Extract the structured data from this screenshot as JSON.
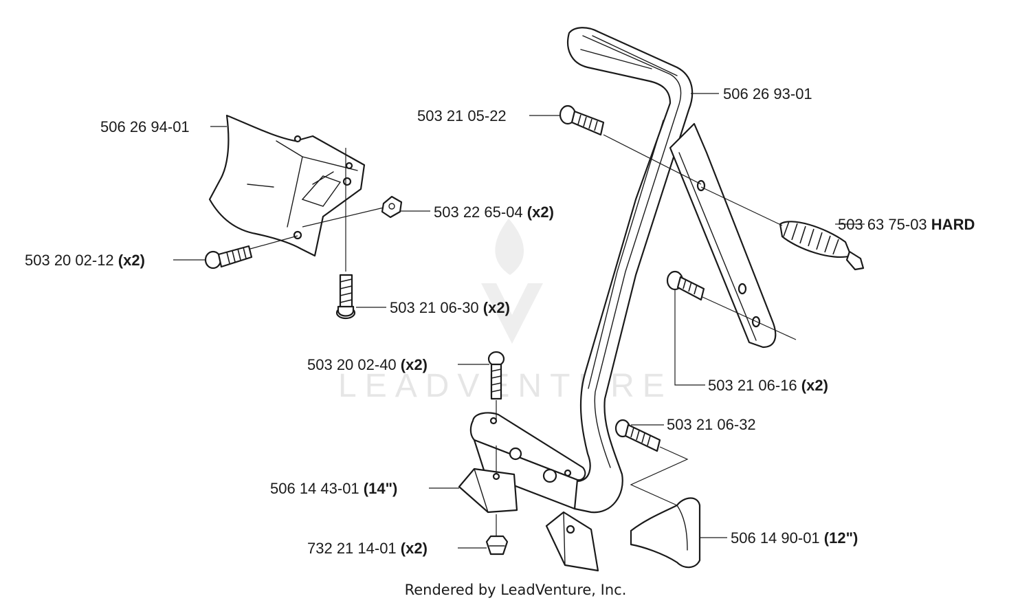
{
  "watermark": {
    "text": "LEADVENTURE"
  },
  "footer": {
    "text": "Rendered by LeadVenture, Inc."
  },
  "labels": {
    "p506269401": {
      "num": "506 26 94-01",
      "note": ""
    },
    "p506269301": {
      "num": "506 26 93-01",
      "note": ""
    },
    "p503210522": {
      "num": "503 21 05-22",
      "note": ""
    },
    "p503226504": {
      "num": "503 22 65-04",
      "note": "(x2)"
    },
    "p503637503": {
      "num": "503 63 75-03",
      "note": "HARD"
    },
    "p503200212": {
      "num": "503 20 02-12",
      "note": "(x2)"
    },
    "p503210630": {
      "num": "503 21 06-30",
      "note": "(x2)"
    },
    "p503200240": {
      "num": "503 20 02-40",
      "note": "(x2)"
    },
    "p503210616": {
      "num": "503 21 06-16",
      "note": "(x2)"
    },
    "p503210632": {
      "num": "503 21 06-32",
      "note": ""
    },
    "p506144301": {
      "num": "506 14 43-01",
      "note": "(14\")"
    },
    "p732211401": {
      "num": "732 21 14-01",
      "note": "(x2)"
    },
    "p506149001": {
      "num": "506 14 90-01",
      "note": "(12\")"
    }
  }
}
